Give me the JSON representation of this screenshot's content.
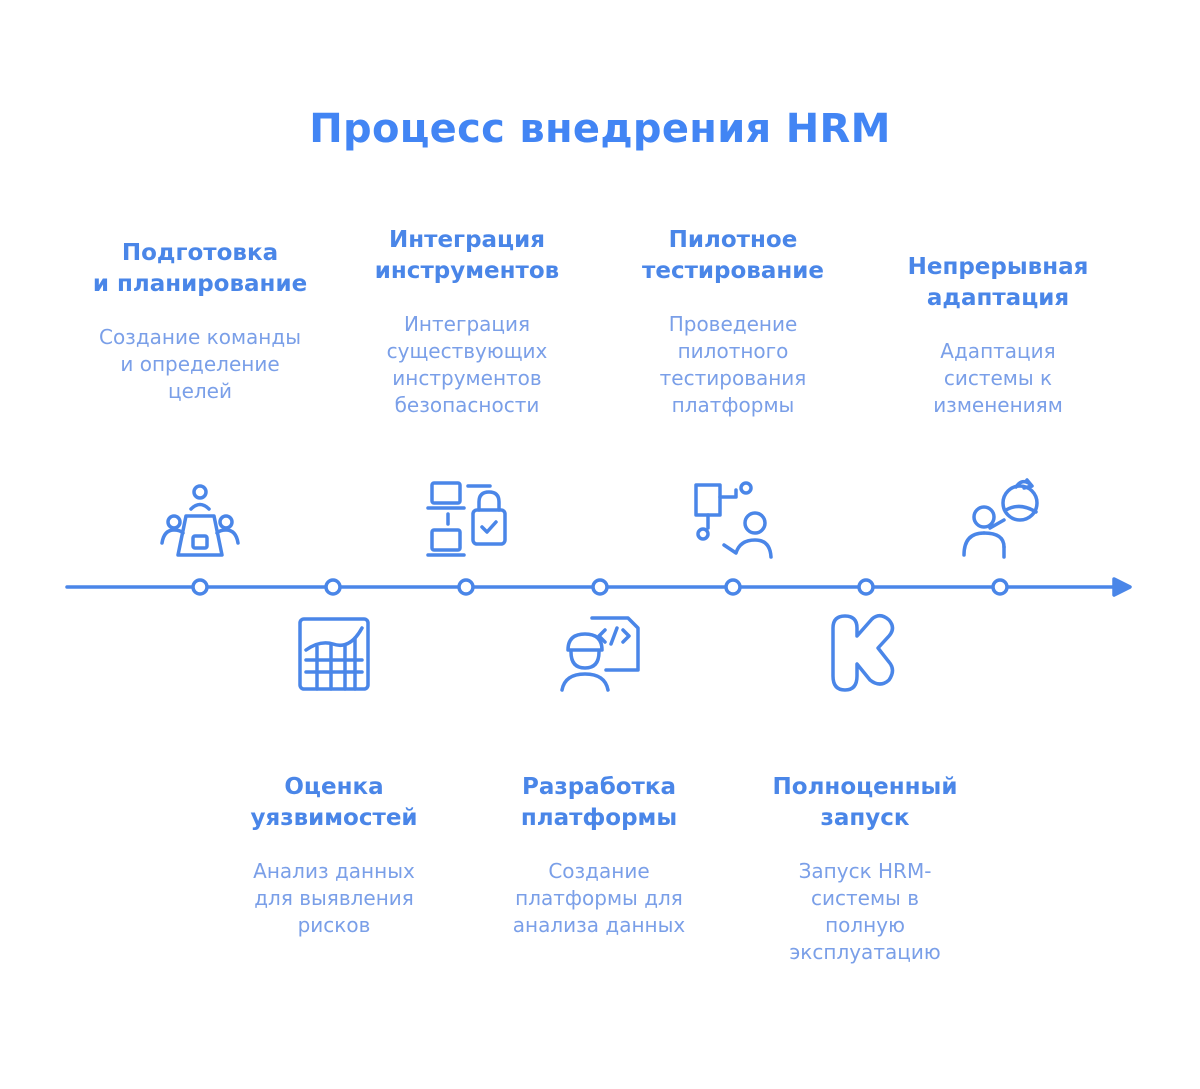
{
  "title": "Процесс внедрения HRM",
  "accent_color": "#4a86e8",
  "steps": [
    {
      "title": "Подготовка\nи планирование",
      "desc": "Создание команды\nи определение\nцелей",
      "icon": "meeting-table-icon"
    },
    {
      "title": "Оценка\nуязвимостей",
      "desc": "Анализ данных\nдля выявления\nрисков",
      "icon": "chart-grid-icon"
    },
    {
      "title": "Интеграция\nинструментов",
      "desc": "Интеграция\nсуществующих\nинструментов\nбезопасности",
      "icon": "laptops-lock-icon"
    },
    {
      "title": "Разработка\nплатформы",
      "desc": "Создание\nплатформы для\nанализа данных",
      "icon": "developer-code-icon"
    },
    {
      "title": "Пилотное\nтестирование",
      "desc": "Проведение\nпилотного\nтестирования\nплатформы",
      "icon": "presenter-board-icon"
    },
    {
      "title": "Полноценный\nзапуск",
      "desc": "Запуск HRM-\nсистемы в\nполную\nэксплуатацию",
      "icon": "kickstart-k-icon"
    },
    {
      "title": "Непрерывная\nадаптация",
      "desc": "Адаптация\nсистемы к\nизменениям",
      "icon": "person-globe-icon"
    }
  ]
}
